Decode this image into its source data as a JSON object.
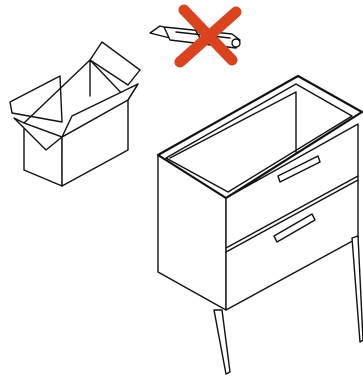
{
  "illustration": {
    "box_icon": "open-cardboard-box",
    "cutter_icon": "utility-knife",
    "prohibition_icon": "red-x-mark",
    "cabinet_icon": "two-drawer-vanity-cabinet"
  },
  "colors": {
    "line": "#111111",
    "prohibition": "#d9431e",
    "background": "#ffffff"
  }
}
